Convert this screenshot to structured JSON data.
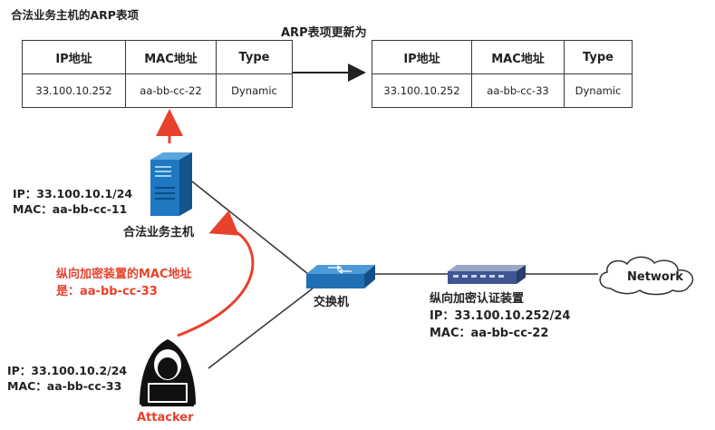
{
  "title": "合法业务主机的ARP表项",
  "update_label": "ARP表项更新为",
  "arp_table_before": {
    "headers": [
      "IP地址",
      "MAC地址",
      "Type"
    ],
    "row": [
      "33.100.10.252",
      "aa-bb-cc-22",
      "Dynamic"
    ]
  },
  "arp_table_after": {
    "headers": [
      "IP地址",
      "MAC地址",
      "Type"
    ],
    "row": [
      "33.100.10.252",
      "aa-bb-cc-33",
      "Dynamic"
    ]
  },
  "host": {
    "ip": "IP：33.100.10.1/24",
    "mac": "MAC：aa-bb-cc-11",
    "label": "合法业务主机"
  },
  "spoof_message": {
    "line1": "纵向加密装置的MAC地址",
    "line2": "是：aa-bb-cc-33"
  },
  "switch": {
    "label": "交换机"
  },
  "encryption_device": {
    "label": "纵向加密认证装置",
    "ip": "IP：33.100.10.252/24",
    "mac": "MAC：aa-bb-cc-22"
  },
  "network": {
    "label": "Network"
  },
  "attacker": {
    "ip": "IP：33.100.10.2/24",
    "mac": "MAC：aa-bb-cc-33",
    "label": "Attacker"
  },
  "colors": {
    "accent_red": "#e8412c",
    "device_blue": "#1f6fb2",
    "text_dark": "#222222"
  }
}
